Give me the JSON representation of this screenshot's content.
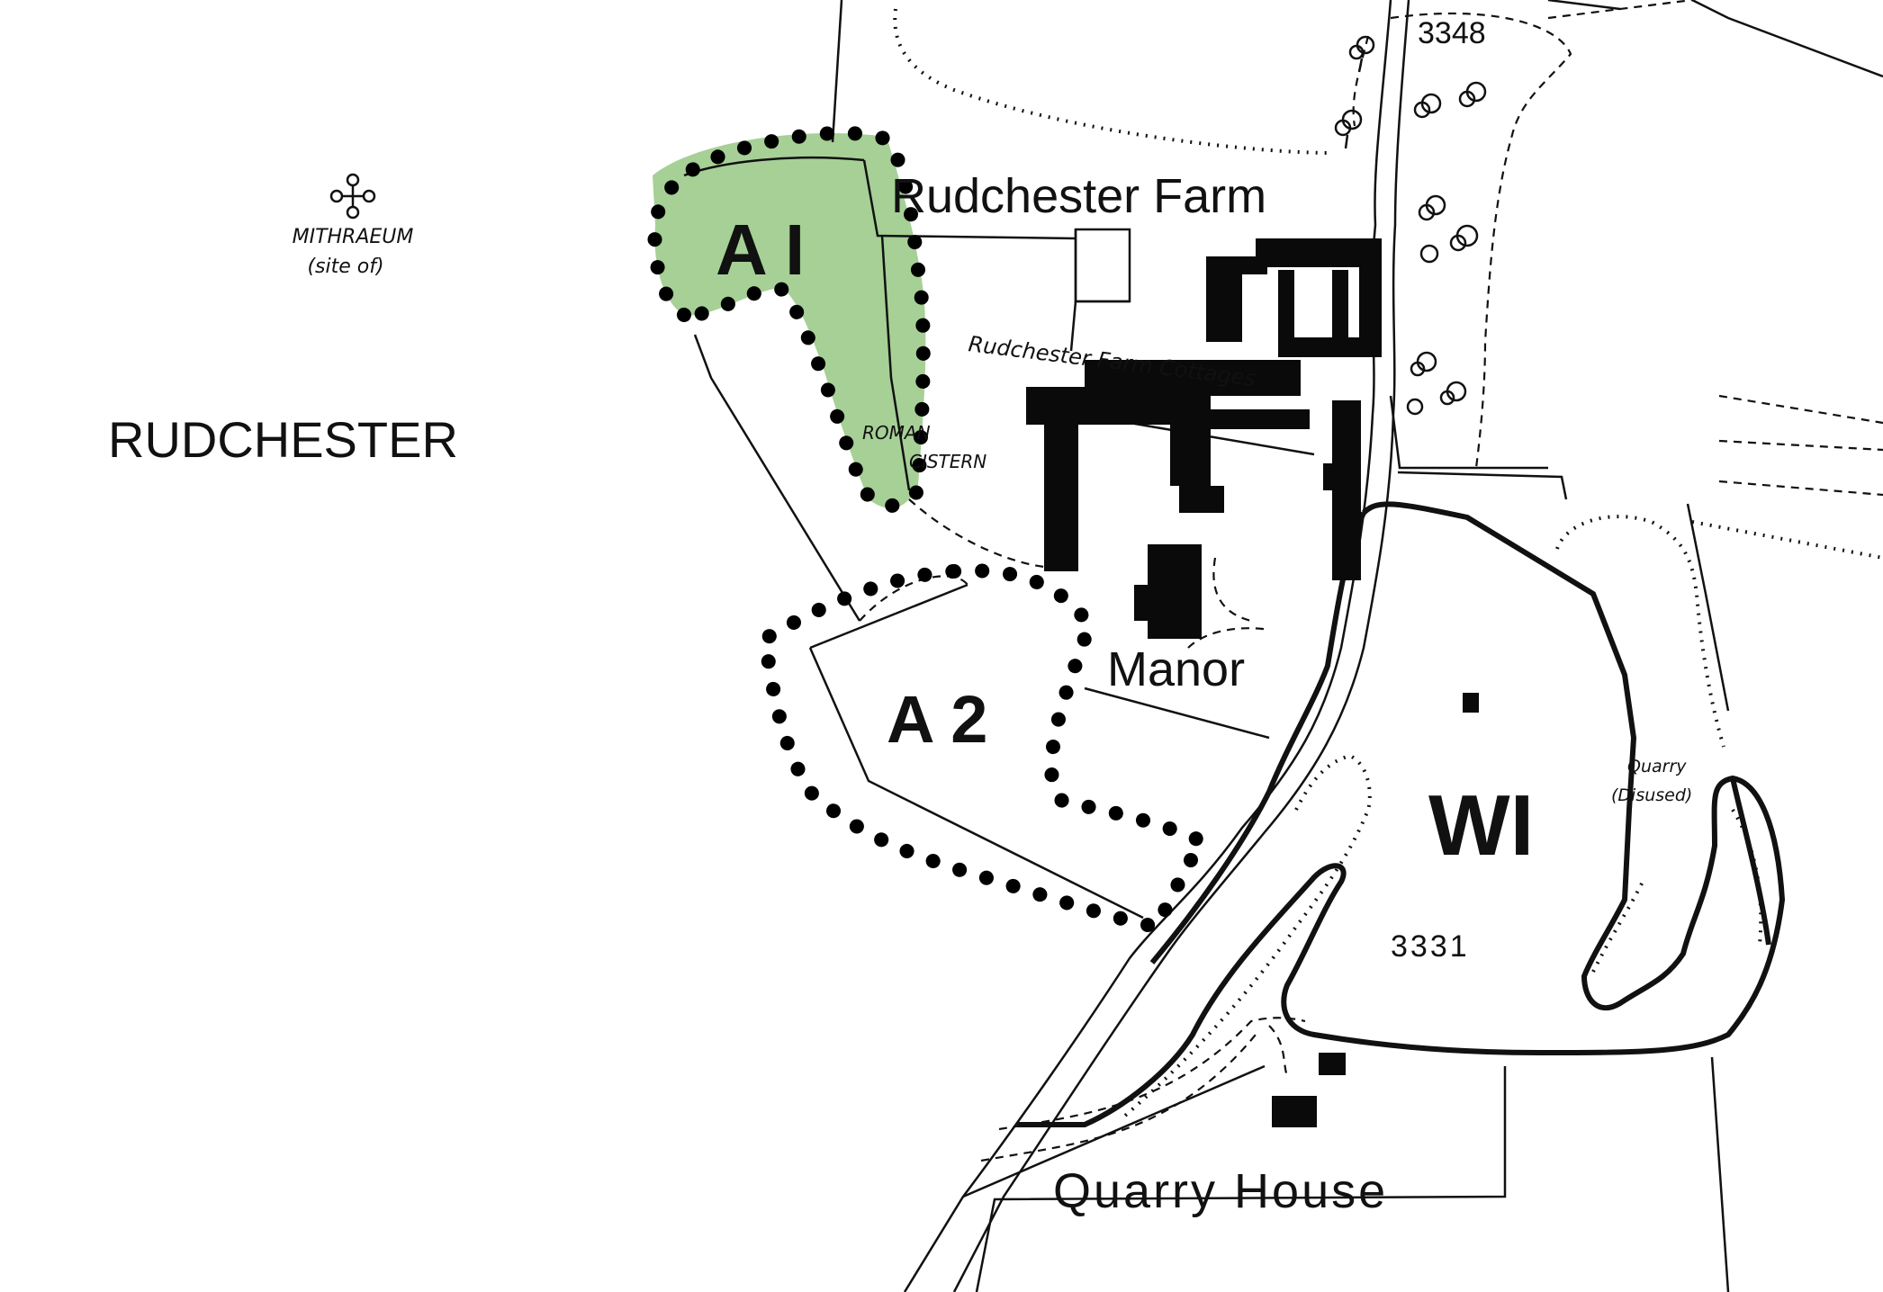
{
  "place_labels": {
    "rudchester": "RUDCHESTER",
    "rudchester_farm": "Rudchester Farm",
    "farm_cottages": "Rudchester Farm Cottages",
    "manor": "Manor",
    "quarry_house": "Quarry House",
    "mithraeum_line1": "MITHRAEUM",
    "mithraeum_line2": "(site of)",
    "roman_cistern_line1": "ROMAN",
    "roman_cistern_line2": "CISTERN",
    "quarry_line1": "Quarry",
    "quarry_line2": "(Disused)"
  },
  "area_labels": {
    "a1": "A I",
    "a2": "A 2",
    "w1": "WI"
  },
  "parcel_numbers": {
    "p3348": "3348",
    "p3331": "3331"
  },
  "colors": {
    "highlight_area_a1": "#a6d096",
    "ink": "#111111",
    "background": "#ffffff"
  },
  "icons": {
    "mithraeum_symbol": "antiquity-cross-icon",
    "trees": "tree-icon"
  }
}
